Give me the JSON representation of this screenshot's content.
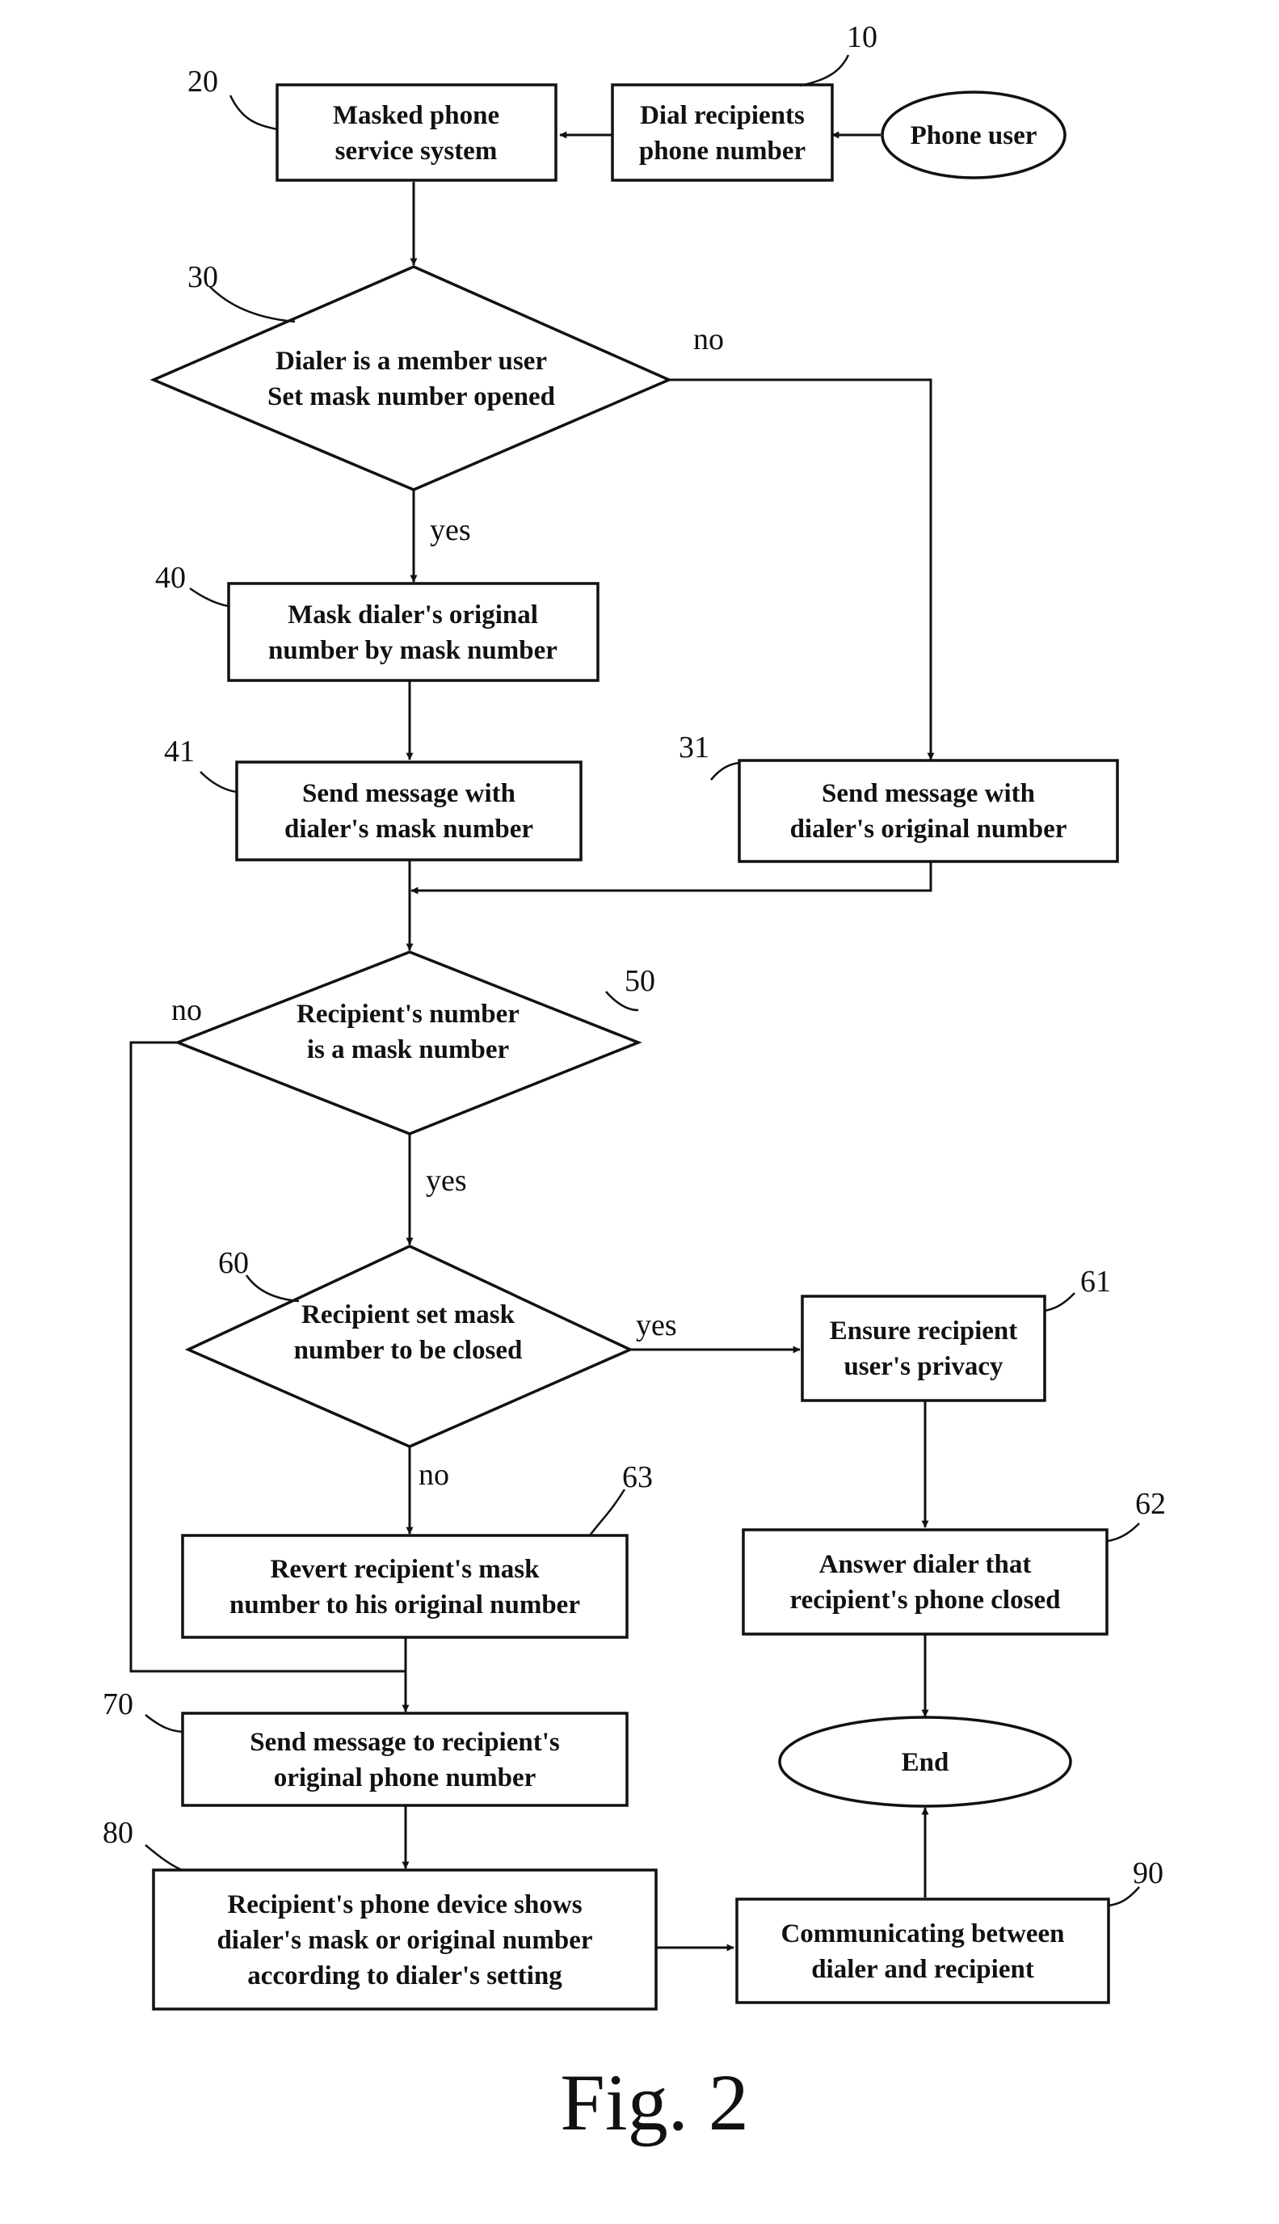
{
  "figure_label": "Fig. 2",
  "nodes": {
    "n10": {
      "ref": "10",
      "lines": [
        "Dial recipients",
        "phone number"
      ]
    },
    "n20": {
      "ref": "20",
      "lines": [
        "Masked phone",
        "service system"
      ]
    },
    "user": {
      "lines": [
        "Phone user"
      ]
    },
    "n30": {
      "ref": "30",
      "lines": [
        "Dialer is a member user",
        "Set mask number opened"
      ]
    },
    "n40": {
      "ref": "40",
      "lines": [
        "Mask dialer's original",
        "number by mask number"
      ]
    },
    "n41": {
      "ref": "41",
      "lines": [
        "Send message with",
        "dialer's mask number"
      ]
    },
    "n31": {
      "ref": "31",
      "lines": [
        "Send message with",
        "dialer's original number"
      ]
    },
    "n50": {
      "ref": "50",
      "lines": [
        "Recipient's number",
        "is a mask number"
      ]
    },
    "n60": {
      "ref": "60",
      "lines": [
        "Recipient set mask",
        "number to be closed"
      ]
    },
    "n61": {
      "ref": "61",
      "lines": [
        "Ensure recipient",
        "user's  privacy"
      ]
    },
    "n63": {
      "ref": "63",
      "lines": [
        "Revert  recipient's mask",
        "number to his original number"
      ]
    },
    "n62": {
      "ref": "62",
      "lines": [
        "Answer dialer that",
        "recipient's phone closed"
      ]
    },
    "n70": {
      "ref": "70",
      "lines": [
        "Send message to recipient's",
        "original phone number"
      ]
    },
    "end": {
      "lines": [
        "End"
      ]
    },
    "n80": {
      "ref": "80",
      "lines": [
        "Recipient's phone device shows",
        "dialer's mask or original number",
        "according to dialer's setting"
      ]
    },
    "n90": {
      "ref": "90",
      "lines": [
        "Communicating between",
        "dialer and recipient"
      ]
    }
  },
  "edge_labels": {
    "e30_no": "no",
    "e30_yes": "yes",
    "e50_no": "no",
    "e50_yes": "yes",
    "e60_yes": "yes",
    "e60_no": "no"
  }
}
